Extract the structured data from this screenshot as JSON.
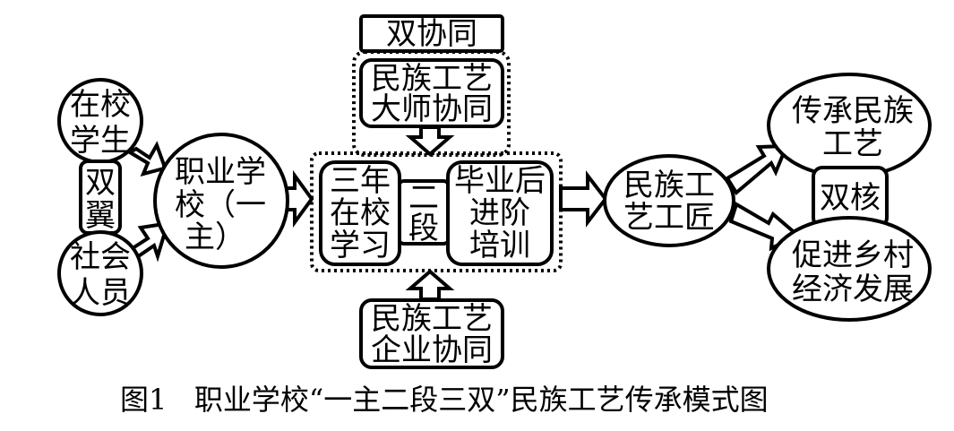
{
  "diagram": {
    "nodes": {
      "students": [
        "在校",
        "学生"
      ],
      "two_wings": [
        "双",
        "翼"
      ],
      "society": [
        "社会",
        "人员"
      ],
      "school": [
        "职业学",
        "校（一",
        "主）"
      ],
      "double_collab": "双协同",
      "master_collab": [
        "民族工艺",
        "大师协同"
      ],
      "three_year": [
        "三年",
        "在校",
        "学习"
      ],
      "two_stage": [
        "二",
        "段"
      ],
      "post_grad": [
        "毕业后",
        "进阶",
        "培训"
      ],
      "enterprise_collab": [
        "民族工艺",
        "企业协同"
      ],
      "artisan": [
        "民族工",
        "艺工匠"
      ],
      "inherit": [
        "传承民族",
        "工艺"
      ],
      "two_cores": "双核",
      "rural": [
        "促进乡村",
        "经济发展"
      ]
    },
    "edges": [
      {
        "from": "students",
        "to": "school"
      },
      {
        "from": "society",
        "to": "school"
      },
      {
        "from": "school",
        "to": "two_stage_group"
      },
      {
        "from": "master_collab",
        "to": "two_stage_group"
      },
      {
        "from": "enterprise_collab",
        "to": "two_stage_group"
      },
      {
        "from": "two_stage_group",
        "to": "artisan"
      },
      {
        "from": "artisan",
        "to": "inherit"
      },
      {
        "from": "artisan",
        "to": "rural"
      }
    ],
    "caption": "图1   职业学校“一主二段三双”民族工艺传承模式图"
  }
}
